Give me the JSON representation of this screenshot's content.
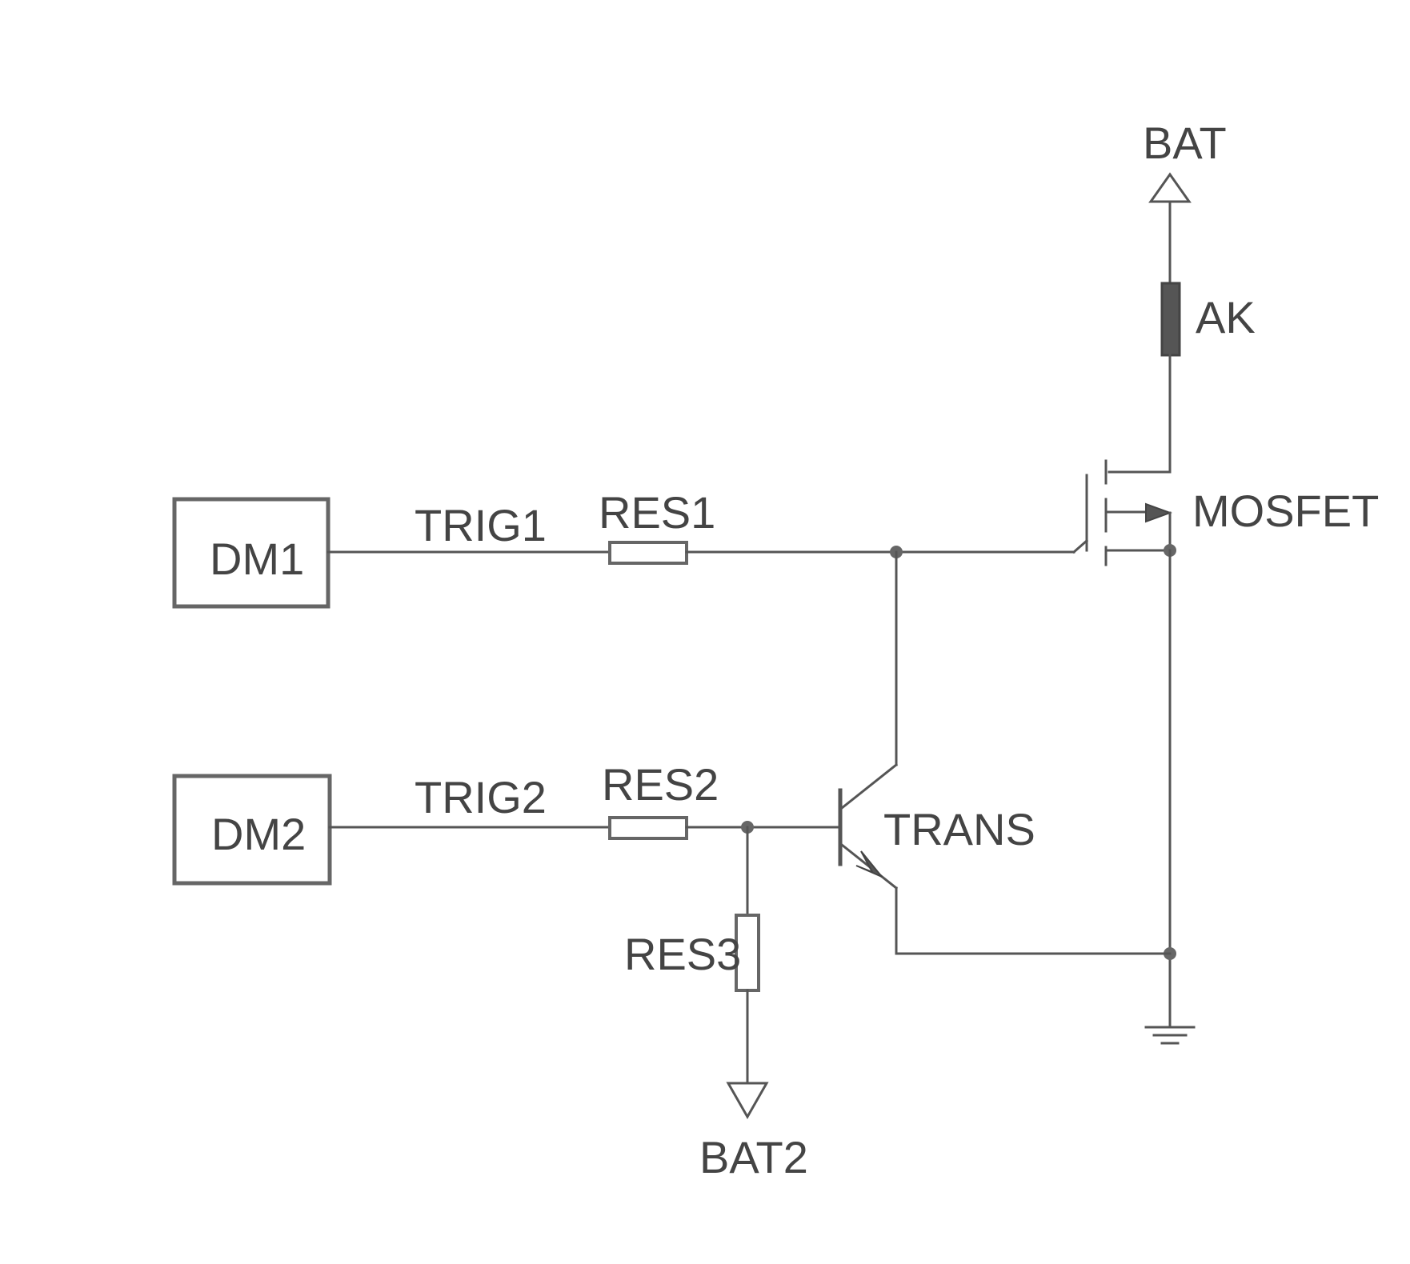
{
  "diagram": {
    "labels": {
      "bat": "BAT",
      "ak": "AK",
      "mosfet": "MOSFET",
      "dm1": "DM1",
      "trig1": "TRIG1",
      "res1": "RES1",
      "dm2": "DM2",
      "trig2": "TRIG2",
      "res2": "RES2",
      "trans": "TRANS",
      "res3": "RES3",
      "bat2": "BAT2"
    }
  }
}
